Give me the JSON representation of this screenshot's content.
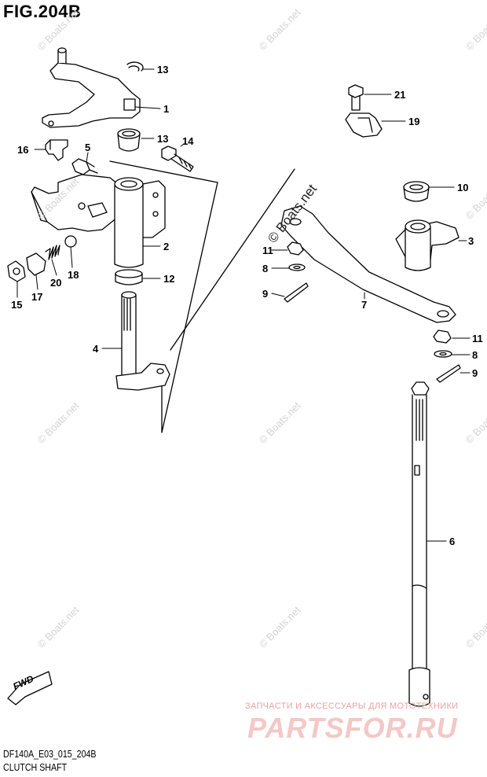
{
  "figure": {
    "title": "FIG.204B",
    "code": "DF140A_E03_015_204B",
    "caption": "CLUTCH SHAFT"
  },
  "fwd_label": "FWD",
  "watermark_text": "© Boats.net",
  "watermark_dark": "© Boats.net",
  "ad": {
    "text": "ЗАПЧАСТИ И АКСЕССУАРЫ ДЛЯ МОТОТЕХНИКИ",
    "logo": "PARTSFOR.RU",
    "color": "#e9a3a0"
  },
  "callouts": [
    {
      "id": "c13a",
      "text": "13"
    },
    {
      "id": "c1",
      "text": "1"
    },
    {
      "id": "c13b",
      "text": "13"
    },
    {
      "id": "c14",
      "text": "14"
    },
    {
      "id": "c16",
      "text": "16"
    },
    {
      "id": "c5",
      "text": "5"
    },
    {
      "id": "c2",
      "text": "2"
    },
    {
      "id": "c12",
      "text": "12"
    },
    {
      "id": "c15",
      "text": "15"
    },
    {
      "id": "c17",
      "text": "17"
    },
    {
      "id": "c20",
      "text": "20"
    },
    {
      "id": "c18",
      "text": "18"
    },
    {
      "id": "c4",
      "text": "4"
    },
    {
      "id": "c21",
      "text": "21"
    },
    {
      "id": "c19",
      "text": "19"
    },
    {
      "id": "c10",
      "text": "10"
    },
    {
      "id": "c3",
      "text": "3"
    },
    {
      "id": "c11a",
      "text": "11"
    },
    {
      "id": "c8a",
      "text": "8"
    },
    {
      "id": "c9a",
      "text": "9"
    },
    {
      "id": "c7",
      "text": "7"
    },
    {
      "id": "c11b",
      "text": "11"
    },
    {
      "id": "c8b",
      "text": "8"
    },
    {
      "id": "c9b",
      "text": "9"
    },
    {
      "id": "c6",
      "text": "6"
    }
  ]
}
